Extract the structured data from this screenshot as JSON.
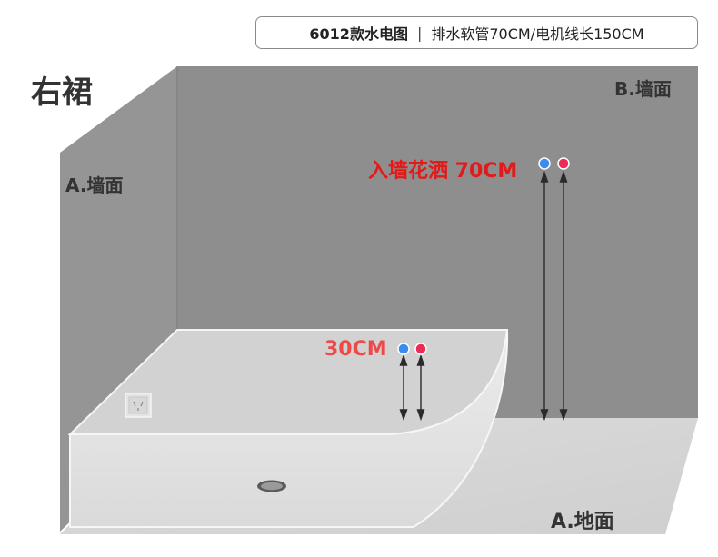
{
  "spec": {
    "model": "6012款水电图",
    "separator": "|",
    "details": "排水软管70CM/电机线长150CM"
  },
  "title": "右裙",
  "labels": {
    "wall_a": "A.墙面",
    "wall_b": "B.墙面",
    "floor": "A.地面",
    "shower_inlet": "入墙花洒 70CM",
    "tub_inlet": "30CM"
  },
  "colors": {
    "wall_back": "#8e8e8e",
    "wall_side": "#939393",
    "floor": "#d6d6d6",
    "tub_body": "#e3e3e3",
    "cold_dot": "#3b8cf0",
    "hot_dot": "#ec2b56",
    "shower_label": "#e21a1a",
    "tub_label": "#ef4a4a"
  },
  "icons": [
    "power-socket-icon",
    "drain-icon",
    "cold-water-dot-icon",
    "hot-water-dot-icon"
  ]
}
